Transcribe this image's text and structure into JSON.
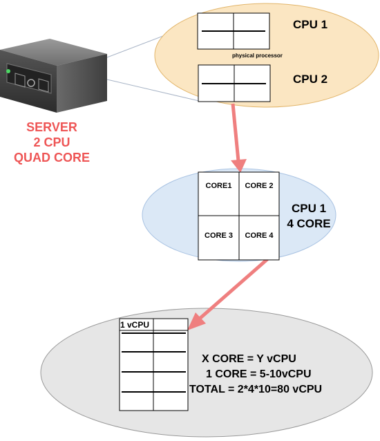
{
  "colors": {
    "top_ellipse_fill": "#fbe6c2",
    "top_ellipse_stroke": "#e2b56a",
    "mid_ellipse_fill": "#dbe8f6",
    "mid_ellipse_stroke": "#a8c2e2",
    "bottom_ellipse_fill": "#e6e6e6",
    "bottom_ellipse_stroke": "#999999",
    "arrow": "#ef7f7f",
    "server_label": "#ee5555"
  },
  "server": {
    "icon": "server-icon",
    "label_lines": [
      "SERVER",
      "2 CPU",
      "QUAD CORE"
    ]
  },
  "physical": {
    "caption": "physical processor",
    "cpus": [
      {
        "label": "CPU 1"
      },
      {
        "label": "CPU 2"
      }
    ]
  },
  "cpu_detail": {
    "label_lines": [
      "CPU 1",
      "4 CORE"
    ],
    "cores": [
      "CORE1",
      "CORE 2",
      "CORE 3",
      "CORE 4"
    ]
  },
  "virtual": {
    "first_cell_label": "1 vCPU",
    "equations": [
      "X CORE = Y vCPU",
      "1 CORE = 5-10vCPU",
      "TOTAL = 2*4*10=80 vCPU"
    ]
  }
}
